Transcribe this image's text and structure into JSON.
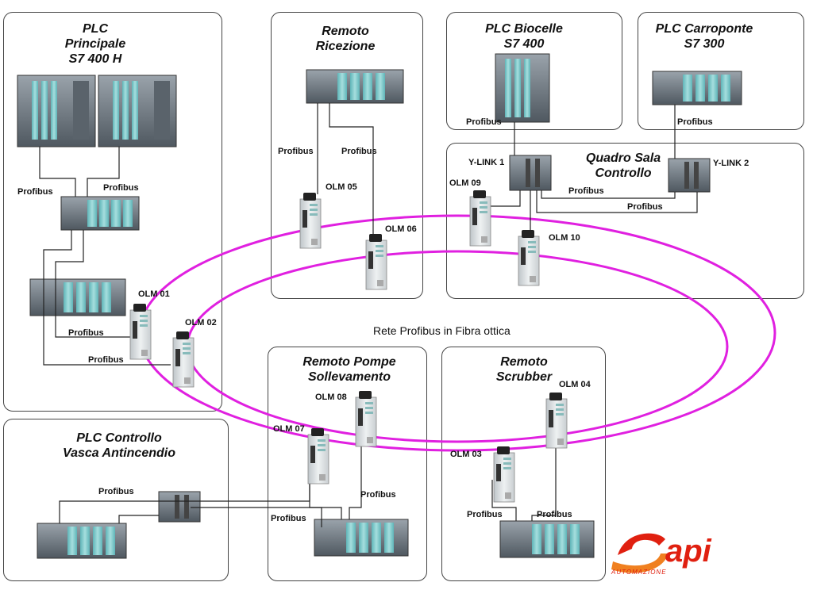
{
  "boxes": {
    "plc_principale": "PLC\nPrincipale\nS7 400 H",
    "remoto_ricezione": "Remoto\nRicezione",
    "plc_biocelle": "PLC Biocelle\nS7 400",
    "plc_carroponte": "PLC Carroponte\nS7 300",
    "quadro_sala": "Quadro Sala\nControllo",
    "remoto_pompe": "Remoto Pompe\nSollevamento",
    "remoto_scrubber": "Remoto\nScrubber",
    "plc_vasca": "PLC Controllo\nVasca Antincendio"
  },
  "ring_label": "Rete Profibus in Fibra ottica",
  "olm": {
    "olm01": "OLM 01",
    "olm02": "OLM 02",
    "olm03": "OLM 03",
    "olm04": "OLM 04",
    "olm05": "OLM 05",
    "olm06": "OLM 06",
    "olm07": "OLM 07",
    "olm08": "OLM 08",
    "olm09": "OLM 09",
    "olm10": "OLM 10"
  },
  "ylink": {
    "y1": "Y-LINK 1",
    "y2": "Y-LINK 2"
  },
  "profibus": "Profibus",
  "logo": {
    "main": "api",
    "sub": "AUTOMAZIONE"
  },
  "colors": {
    "ring": "#e020e0",
    "cable": "#222222",
    "plc_body": "#6a7480",
    "module": "#7ec8c8"
  }
}
